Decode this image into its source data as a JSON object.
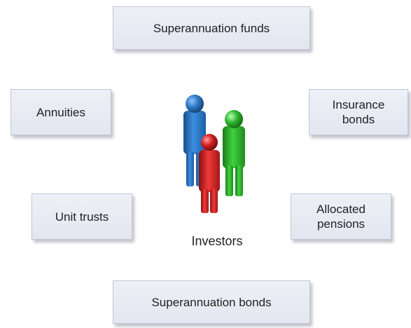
{
  "diagram": {
    "center_label": "Investors",
    "nodes": {
      "superannuation_funds": "Superannuation funds",
      "annuities": "Annuities",
      "insurance_bonds": "Insurance\nbonds",
      "unit_trusts": "Unit trusts",
      "allocated_pensions": "Allocated\npensions",
      "superannuation_bonds": "Superannuation bonds"
    },
    "figure_colors": {
      "blue": "#2f78c4",
      "green": "#2fb52f",
      "red": "#d01f1f"
    }
  }
}
